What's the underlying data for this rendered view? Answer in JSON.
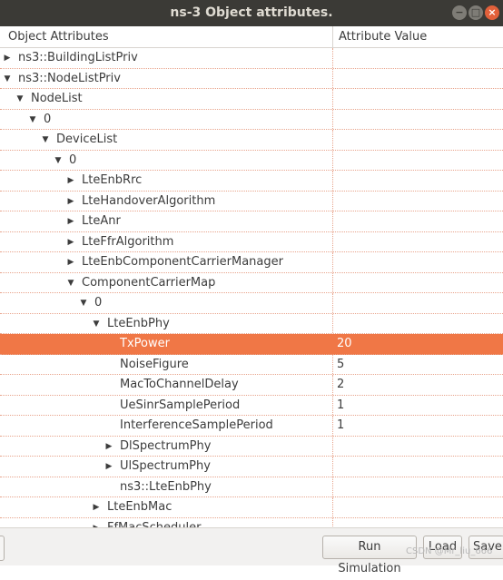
{
  "window": {
    "title": "ns-3 Object attributes.",
    "minimize_glyph": "−",
    "maximize_glyph": "□",
    "close_glyph": "×"
  },
  "tree": {
    "columns": [
      "Object Attributes",
      "Attribute Value"
    ],
    "rows": [
      {
        "label": "ns3::BuildingListPriv",
        "value": "",
        "depth": 0,
        "expander": "collapsed"
      },
      {
        "label": "ns3::NodeListPriv",
        "value": "",
        "depth": 0,
        "expander": "expanded"
      },
      {
        "label": "NodeList",
        "value": "",
        "depth": 1,
        "expander": "expanded"
      },
      {
        "label": "0",
        "value": "",
        "depth": 2,
        "expander": "expanded"
      },
      {
        "label": "DeviceList",
        "value": "",
        "depth": 3,
        "expander": "expanded"
      },
      {
        "label": "0",
        "value": "",
        "depth": 4,
        "expander": "expanded"
      },
      {
        "label": "LteEnbRrc",
        "value": "",
        "depth": 5,
        "expander": "collapsed"
      },
      {
        "label": "LteHandoverAlgorithm",
        "value": "",
        "depth": 5,
        "expander": "collapsed"
      },
      {
        "label": "LteAnr",
        "value": "",
        "depth": 5,
        "expander": "collapsed"
      },
      {
        "label": "LteFfrAlgorithm",
        "value": "",
        "depth": 5,
        "expander": "collapsed"
      },
      {
        "label": "LteEnbComponentCarrierManager",
        "value": "",
        "depth": 5,
        "expander": "collapsed"
      },
      {
        "label": "ComponentCarrierMap",
        "value": "",
        "depth": 5,
        "expander": "expanded"
      },
      {
        "label": "0",
        "value": "",
        "depth": 6,
        "expander": "expanded"
      },
      {
        "label": "LteEnbPhy",
        "value": "",
        "depth": 7,
        "expander": "expanded"
      },
      {
        "label": "TxPower",
        "value": "20",
        "depth": 8,
        "expander": "none",
        "selected": true
      },
      {
        "label": "NoiseFigure",
        "value": "5",
        "depth": 8,
        "expander": "none"
      },
      {
        "label": "MacToChannelDelay",
        "value": "2",
        "depth": 8,
        "expander": "none"
      },
      {
        "label": "UeSinrSamplePeriod",
        "value": "1",
        "depth": 8,
        "expander": "none"
      },
      {
        "label": "InterferenceSamplePeriod",
        "value": "1",
        "depth": 8,
        "expander": "none"
      },
      {
        "label": "DlSpectrumPhy",
        "value": "",
        "depth": 8,
        "expander": "collapsed"
      },
      {
        "label": "UlSpectrumPhy",
        "value": "",
        "depth": 8,
        "expander": "collapsed"
      },
      {
        "label": "ns3::LteEnbPhy",
        "value": "",
        "depth": 8,
        "expander": "none"
      },
      {
        "label": "LteEnbMac",
        "value": "",
        "depth": 7,
        "expander": "collapsed"
      },
      {
        "label": "FfMacScheduler",
        "value": "",
        "depth": 7,
        "expander": "collapsed"
      }
    ]
  },
  "buttons": {
    "run": "Run Simulation",
    "load": "Load",
    "save": "Save"
  },
  "watermark": "CSDN @Mr_liu_666",
  "colors": {
    "selection": "#f07746",
    "titlebar": "#3b3a36",
    "close_button": "#e2603a"
  },
  "icons": {
    "collapsed": "triangle-right-icon",
    "expanded": "triangle-down-icon"
  }
}
